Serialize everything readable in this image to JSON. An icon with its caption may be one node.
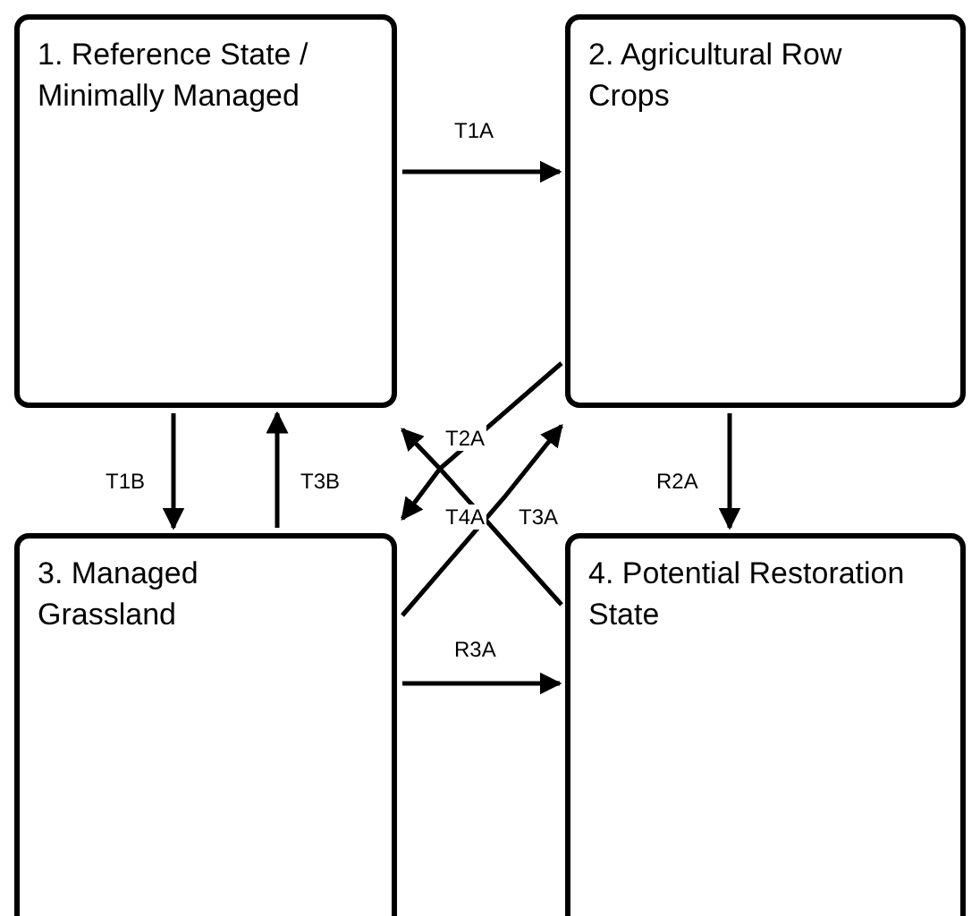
{
  "diagram": {
    "nodes": [
      {
        "text": [
          "1. Reference State / Minimally Managed"
        ]
      },
      {
        "text": [
          "2. Agricultural Row Crops"
        ]
      },
      {
        "text": [
          "3. Managed Grassland"
        ]
      },
      {
        "text": [
          "4. Potential Restoration State"
        ]
      }
    ],
    "edges": [
      {
        "from": 0,
        "to": 1,
        "arrow": "to",
        "label": "T1A"
      },
      {
        "from": 0,
        "to": 2,
        "arrow": "to",
        "label": "T1B"
      },
      {
        "from": 2,
        "to": 0,
        "arrow": "to",
        "label": "T3B"
      },
      {
        "from": 1,
        "to": 3,
        "arrow": "to",
        "label": "R2A"
      },
      {
        "from": 1,
        "to": 0,
        "arrow": "to",
        "label": "T2A"
      },
      {
        "from": 3,
        "to": 2,
        "arrow": "to",
        "label": "T4A"
      },
      {
        "from": 2,
        "to": 1,
        "arrow": "to",
        "label": "T3A"
      },
      {
        "from": 2,
        "to": 3,
        "arrow": "to",
        "label": "R3A"
      }
    ]
  }
}
